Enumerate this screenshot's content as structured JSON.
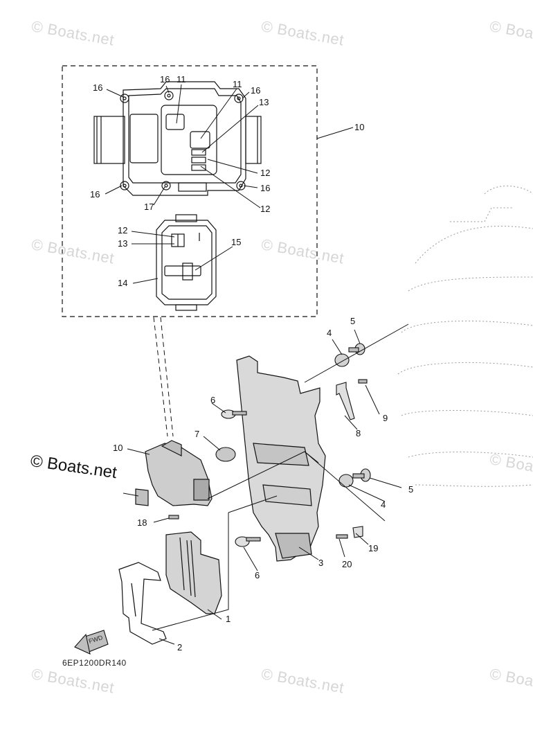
{
  "watermark": {
    "text": "© Boats.net",
    "prominent_text": "© Boats.net"
  },
  "diagram_code": "6EP1200DR140",
  "fwd_label": "FWD",
  "callouts": [
    {
      "id": "c1",
      "text": "1"
    },
    {
      "id": "c2",
      "text": "2"
    },
    {
      "id": "c3",
      "text": "3"
    },
    {
      "id": "c4a",
      "text": "4"
    },
    {
      "id": "c4b",
      "text": "4"
    },
    {
      "id": "c5a",
      "text": "5"
    },
    {
      "id": "c5b",
      "text": "5"
    },
    {
      "id": "c6a",
      "text": "6"
    },
    {
      "id": "c6b",
      "text": "6"
    },
    {
      "id": "c7",
      "text": "7"
    },
    {
      "id": "c8",
      "text": "8"
    },
    {
      "id": "c9",
      "text": "9"
    },
    {
      "id": "c10a",
      "text": "10"
    },
    {
      "id": "c10b",
      "text": "10"
    },
    {
      "id": "c11a",
      "text": "11"
    },
    {
      "id": "c11b",
      "text": "11"
    },
    {
      "id": "c12a",
      "text": "12"
    },
    {
      "id": "c12b",
      "text": "12"
    },
    {
      "id": "c12c",
      "text": "12"
    },
    {
      "id": "c13a",
      "text": "13"
    },
    {
      "id": "c13b",
      "text": "13"
    },
    {
      "id": "c14",
      "text": "14"
    },
    {
      "id": "c15",
      "text": "15"
    },
    {
      "id": "c16a",
      "text": "16"
    },
    {
      "id": "c16b",
      "text": "16"
    },
    {
      "id": "c16c",
      "text": "16"
    },
    {
      "id": "c16d",
      "text": "16"
    },
    {
      "id": "c16e",
      "text": "16"
    },
    {
      "id": "c17",
      "text": "17"
    },
    {
      "id": "c18",
      "text": "18"
    },
    {
      "id": "c19",
      "text": "19"
    },
    {
      "id": "c20",
      "text": "20"
    }
  ]
}
